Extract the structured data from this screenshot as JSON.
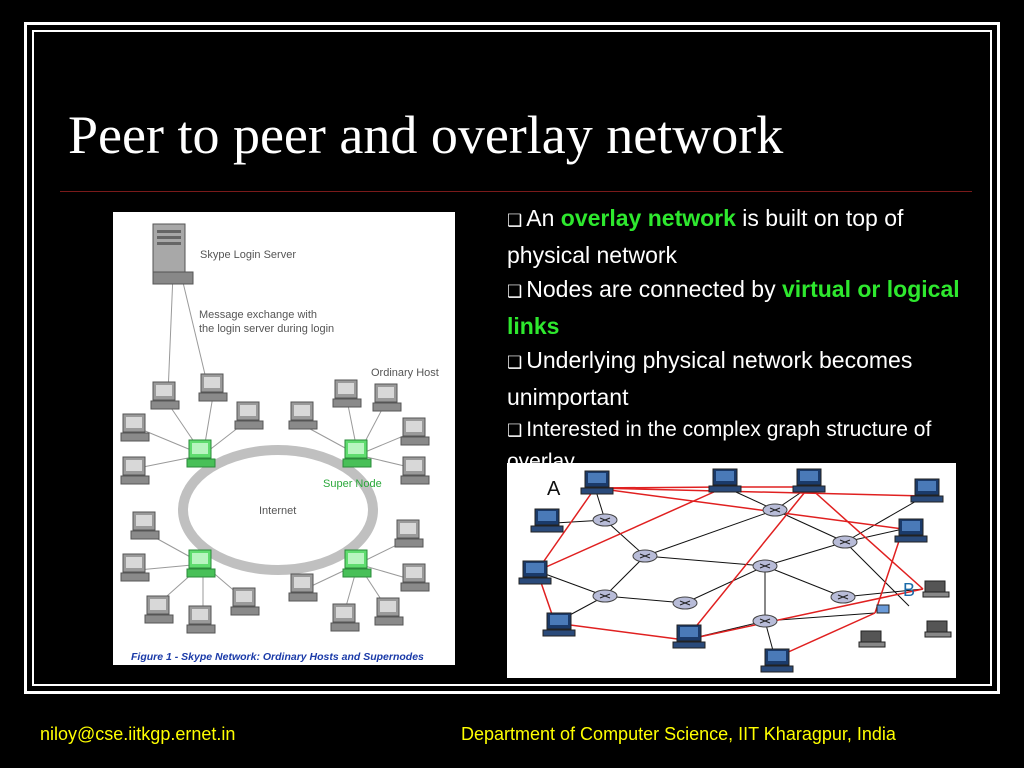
{
  "slide": {
    "title": "Peer to peer and overlay network"
  },
  "bullets": [
    {
      "prefix": "An ",
      "highlight": "overlay network",
      "suffix": " is built on top of physical network"
    },
    {
      "prefix": "Nodes are connected by ",
      "highlight": "virtual or logical links",
      "suffix": ""
    },
    {
      "prefix": "Underlying physical network becomes unimportant",
      "highlight": "",
      "suffix": ""
    },
    {
      "prefix": "Interested in the complex graph structure of overlay",
      "highlight": "",
      "suffix": ""
    }
  ],
  "left_figure": {
    "server_label": "Skype Login Server",
    "message_label_1": "Message exchange with",
    "message_label_2": "the login server during login",
    "ordinary_host_label": "Ordinary Host",
    "super_node_label": "Super Node",
    "internet_label": "Internet",
    "caption": "Figure 1 - Skype Network: Ordinary Hosts and Supernodes"
  },
  "right_figure": {
    "node_a_label": "A",
    "node_b_label": "B"
  },
  "footer": {
    "left": "niloy@cse.iitkgp.ernet.in",
    "right": "Department of Computer Science, IIT Kharagpur, India"
  },
  "colors": {
    "highlight": "#2ee82e",
    "footer_text": "#ffff00",
    "overlay_link": "#e02020",
    "super_node": "#5fdc6f"
  }
}
